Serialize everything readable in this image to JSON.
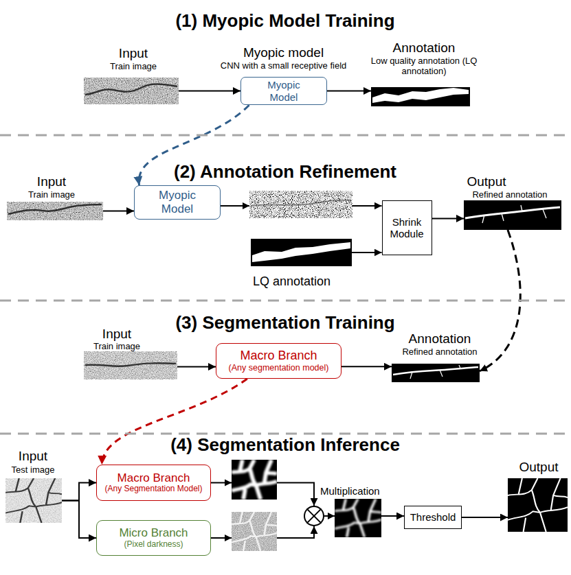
{
  "diagram": {
    "nodes": [
      {
        "text": [
          "Input",
          "Train image"
        ]
      },
      {
        "text": [
          "Myopic model",
          "CNN with a small receptive field",
          "Myopic Model"
        ]
      },
      {
        "text": [
          "Annotation",
          "Low quality annotation (LQ annotation)"
        ]
      },
      {
        "text": [
          "Input",
          "Train image"
        ]
      },
      {
        "text": [
          "Myopic Model"
        ]
      },
      {
        "text": [
          "LQ annotation"
        ]
      },
      {
        "text": [
          "Shrink Module"
        ]
      },
      {
        "text": [
          "Output",
          "Refined annotation"
        ]
      },
      {
        "text": [
          "Input",
          "Train image"
        ]
      },
      {
        "text": [
          "Macro Branch",
          "(Any segmentation model)"
        ]
      },
      {
        "text": [
          "Annotation",
          "Refined annotation"
        ]
      },
      {
        "text": [
          "Input",
          "Test image"
        ]
      },
      {
        "text": [
          "Macro Branch",
          "(Any Segmentation Model)"
        ]
      },
      {
        "text": [
          "Micro Branch",
          "(Pixel darkness)"
        ]
      },
      {
        "text": [
          "Multiplication"
        ]
      },
      {
        "text": [
          "Threshold"
        ]
      },
      {
        "text": [
          "Output"
        ]
      }
    ],
    "edges": [
      {
        "from": 0,
        "to": 1,
        "arrow": "to"
      },
      {
        "from": 1,
        "to": 2,
        "arrow": "to"
      },
      {
        "from": 1,
        "to": 4,
        "arrow": "to"
      },
      {
        "from": 3,
        "to": 4,
        "arrow": "to"
      },
      {
        "from": 4,
        "to": 6,
        "arrow": "to"
      },
      {
        "from": 5,
        "to": 6,
        "arrow": "to"
      },
      {
        "from": 6,
        "to": 7,
        "arrow": "to"
      },
      {
        "from": 7,
        "to": 10,
        "arrow": "to"
      },
      {
        "from": 8,
        "to": 9,
        "arrow": "to"
      },
      {
        "from": 9,
        "to": 10,
        "arrow": "to"
      },
      {
        "from": 9,
        "to": 12,
        "arrow": "to"
      },
      {
        "from": 11,
        "to": 12,
        "arrow": "to"
      },
      {
        "from": 11,
        "to": 13,
        "arrow": "to"
      },
      {
        "from": 12,
        "to": 14,
        "arrow": "to"
      },
      {
        "from": 13,
        "to": 14,
        "arrow": "to"
      },
      {
        "from": 14,
        "to": 15,
        "arrow": "to"
      },
      {
        "from": 15,
        "to": 16,
        "arrow": "to"
      }
    ],
    "labels": [
      "(1) Myopic Model Training",
      "(2) Annotation Refinement",
      "(3) Segmentation Training",
      "(4) Segmentation Inference"
    ]
  }
}
